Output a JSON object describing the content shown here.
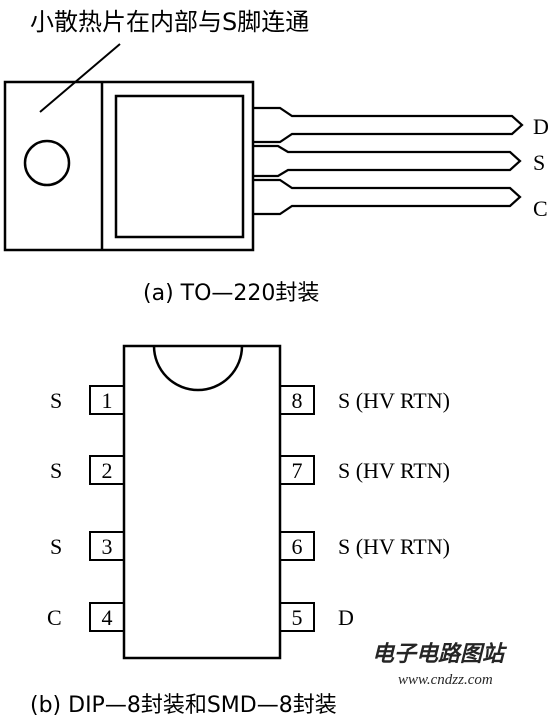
{
  "top": {
    "note": "小散热片在内部与S脚连通",
    "pins": [
      {
        "label": "D"
      },
      {
        "label": "S"
      },
      {
        "label": "C"
      }
    ],
    "caption": "(a) TO—220封装"
  },
  "bottom": {
    "left_pins": [
      {
        "name": "S",
        "number": "1"
      },
      {
        "name": "S",
        "number": "2"
      },
      {
        "name": "S",
        "number": "3"
      },
      {
        "name": "C",
        "number": "4"
      }
    ],
    "right_pins": [
      {
        "name": "S (HV RTN)",
        "number": "8"
      },
      {
        "name": "S (HV RTN)",
        "number": "7"
      },
      {
        "name": "S (HV RTN)",
        "number": "6"
      },
      {
        "name": "D",
        "number": "5"
      }
    ],
    "caption": "(b) DIP—8封装和SMD—8封装"
  },
  "watermark": {
    "line1": "电子电路图站",
    "line2": "www.cndzz.com",
    "color": "#2a7fd4"
  }
}
